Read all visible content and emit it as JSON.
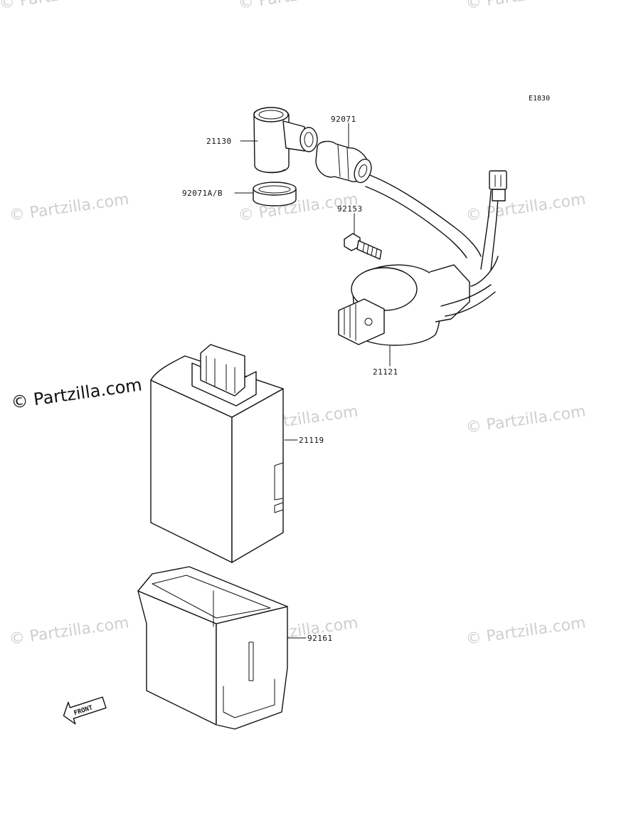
{
  "figure_code": "E1830",
  "watermark": "© Partzilla.com",
  "parts": {
    "p21130": "21130",
    "p92071": "92071",
    "p92071ab": "92071A/B",
    "p92153": "92153",
    "p21121": "21121",
    "p21119": "21119",
    "p92161": "92161"
  },
  "front_arrow_label": "FRONT"
}
